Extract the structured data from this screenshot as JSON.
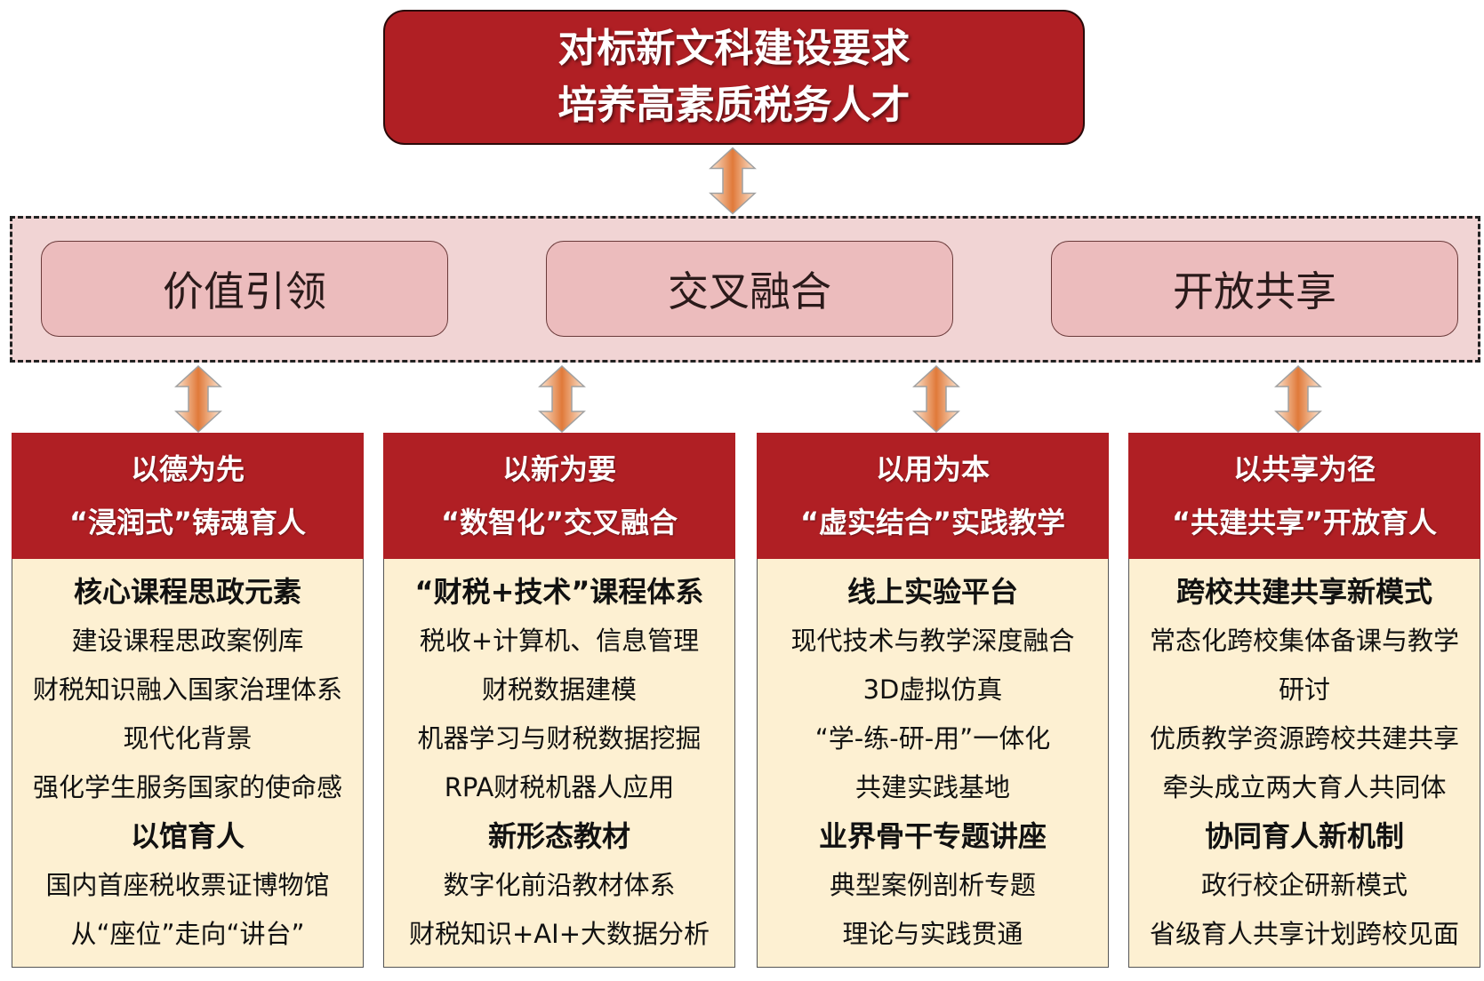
{
  "title": {
    "line1": "对标新文科建设要求",
    "line2": "培养高素质税务人才"
  },
  "principles": [
    "价值引领",
    "交叉融合",
    "开放共享"
  ],
  "columns": [
    {
      "header1": "以德为先",
      "header2": "“浸润式”铸魂育人",
      "lines": [
        {
          "t": "核心课程思政元素",
          "b": true
        },
        {
          "t": "建设课程思政案例库"
        },
        {
          "t": "财税知识融入国家治理体系"
        },
        {
          "t": "现代化背景"
        },
        {
          "t": "强化学生服务国家的使命感"
        },
        {
          "t": "以馆育人",
          "b": true
        },
        {
          "t": "国内首座税收票证博物馆"
        },
        {
          "t": "从“座位”走向“讲台”"
        }
      ]
    },
    {
      "header1": "以新为要",
      "header2": "“数智化”交叉融合",
      "lines": [
        {
          "t": "“财税+技术”课程体系",
          "b": true
        },
        {
          "t": "税收+计算机、信息管理"
        },
        {
          "t": "财税数据建模"
        },
        {
          "t": "机器学习与财税数据挖掘"
        },
        {
          "t": "RPA财税机器人应用"
        },
        {
          "t": "新形态教材",
          "b": true
        },
        {
          "t": "数字化前沿教材体系"
        },
        {
          "t": "财税知识+AI+大数据分析"
        }
      ]
    },
    {
      "header1": "以用为本",
      "header2": "“虚实结合”实践教学",
      "lines": [
        {
          "t": "线上实验平台",
          "b": true
        },
        {
          "t": "现代技术与教学深度融合"
        },
        {
          "t": "3D虚拟仿真"
        },
        {
          "t": "“学-练-研-用”一体化"
        },
        {
          "t": "共建实践基地"
        },
        {
          "t": "业界骨干专题讲座",
          "b": true
        },
        {
          "t": "典型案例剖析专题"
        },
        {
          "t": "理论与实践贯通"
        }
      ]
    },
    {
      "header1": "以共享为径",
      "header2": "“共建共享”开放育人",
      "lines": [
        {
          "t": "跨校共建共享新模式",
          "b": true
        },
        {
          "t": "常态化跨校集体备课与教学"
        },
        {
          "t": "研讨"
        },
        {
          "t": "优质教学资源跨校共建共享"
        },
        {
          "t": "牵头成立两大育人共同体"
        },
        {
          "t": "协同育人新机制",
          "b": true
        },
        {
          "t": "政行校企研新模式"
        },
        {
          "t": "省级育人共享计划跨校见面"
        }
      ]
    }
  ],
  "colors": {
    "red": "#b01f24",
    "pink": "#f1d4d4",
    "pill": "#ecbcbd",
    "cream": "#fdf0d2",
    "arrow": "#e08a4a"
  }
}
